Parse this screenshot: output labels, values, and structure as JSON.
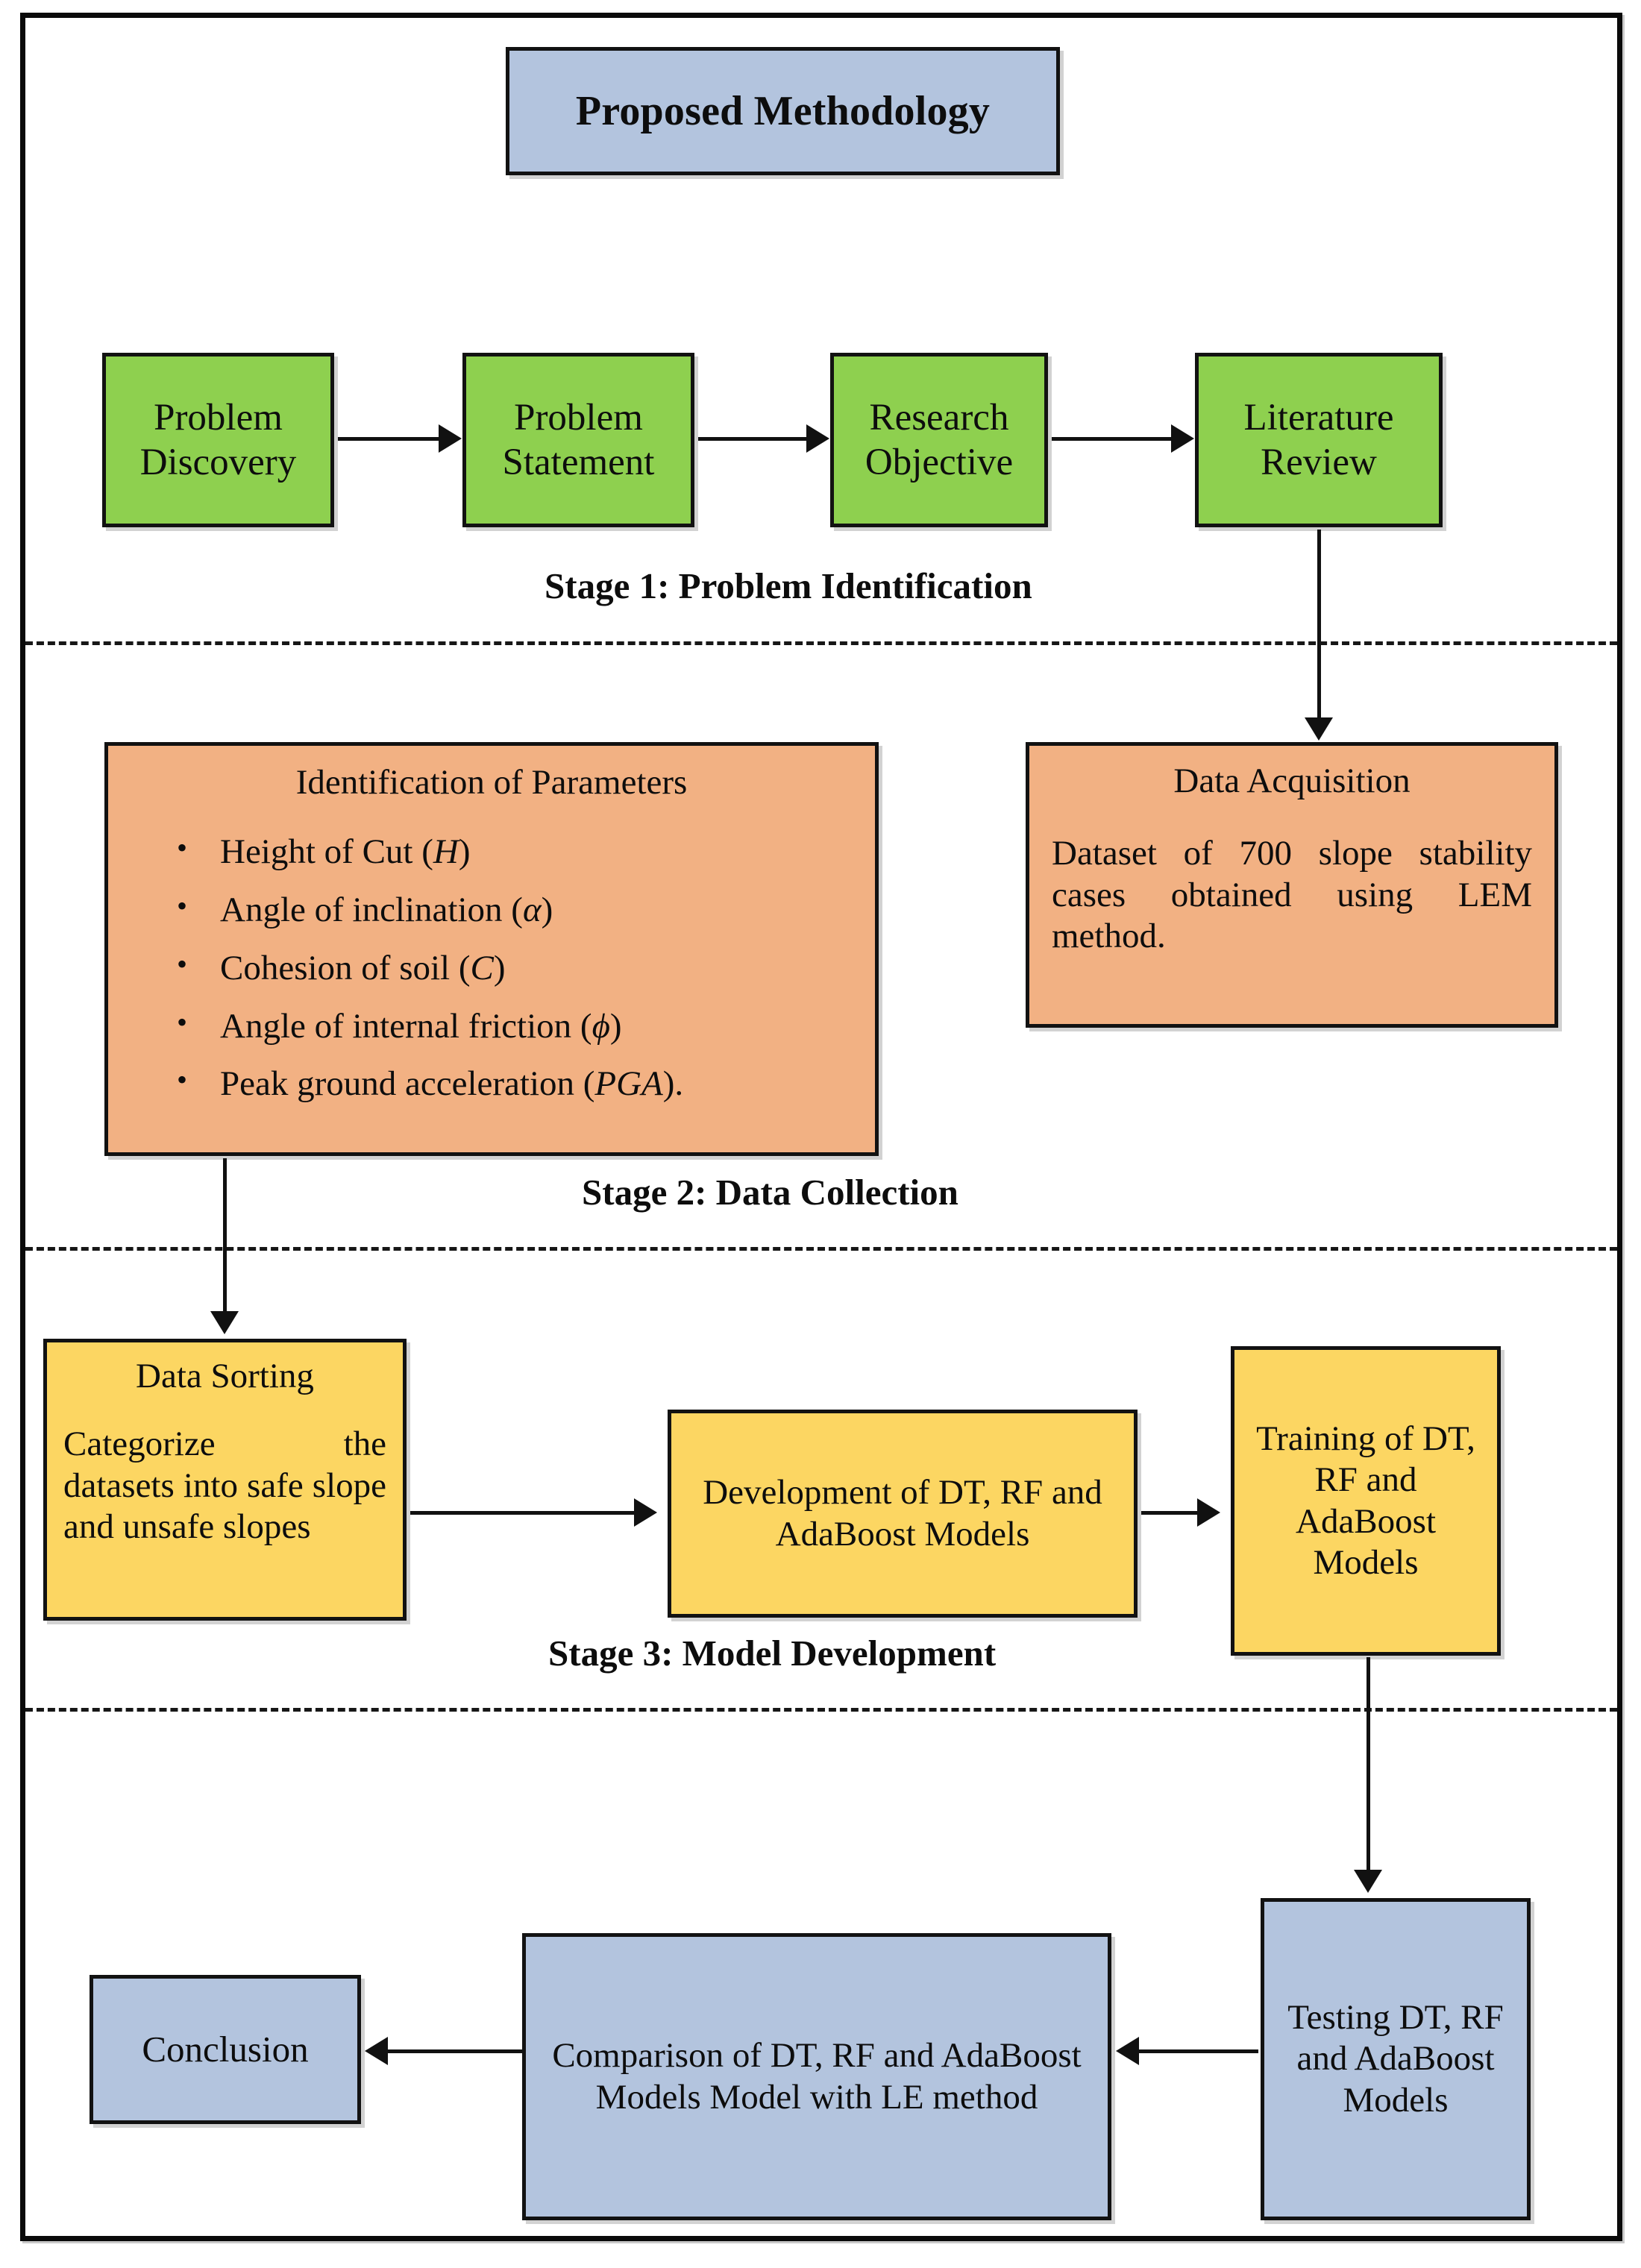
{
  "diagram": {
    "title": "Proposed Methodology",
    "stages": [
      {
        "id": "stage-1",
        "label": "Stage 1: Problem Identification"
      },
      {
        "id": "stage-2",
        "label": "Stage 2: Data Collection"
      },
      {
        "id": "stage-3",
        "label": "Stage 3: Model Development"
      }
    ],
    "colors": {
      "title_fill": "#b3c4de",
      "stage1_fill": "#8ed04f",
      "stage2_fill": "#f2b183",
      "stage3_fill": "#fcd662",
      "stage4_fill": "#b3c4de",
      "border": "#121212",
      "connector": "#111111"
    },
    "nodes": {
      "problem_discovery": {
        "title": "Problem Discovery"
      },
      "problem_statement": {
        "title": "Problem Statement"
      },
      "research_objective": {
        "title": "Research Objective"
      },
      "literature_review": {
        "title": "Literature Review"
      },
      "identification_of_parameters": {
        "title": "Identification of Parameters",
        "bullets": [
          {
            "text": "Height of Cut (",
            "symbol": "H",
            "tail": ")"
          },
          {
            "text": "Angle of inclination (",
            "symbol": "α",
            "tail": ")"
          },
          {
            "text": "Cohesion of soil (",
            "symbol": "C",
            "tail": ")"
          },
          {
            "text": "Angle of internal friction (",
            "symbol": "ϕ",
            "tail": ")"
          },
          {
            "text": "Peak ground acceleration (",
            "symbol": "PGA",
            "tail": ")."
          }
        ]
      },
      "data_acquisition": {
        "title": "Data Acquisition",
        "body": "Dataset of 700 slope stability cases obtained using LEM method."
      },
      "data_sorting": {
        "title": "Data Sorting",
        "body": "Categorize the datasets into safe slope and unsafe slopes"
      },
      "development_of_models": {
        "title": "Development of DT, RF and AdaBoost Models"
      },
      "training_of_models": {
        "title": "Training of DT, RF and AdaBoost Models"
      },
      "testing_of_models": {
        "title": "Testing DT, RF and AdaBoost Models"
      },
      "comparison_of_models": {
        "title": "Comparison of DT, RF and AdaBoost Models Model with LE method"
      },
      "conclusion": {
        "title": "Conclusion"
      }
    }
  }
}
